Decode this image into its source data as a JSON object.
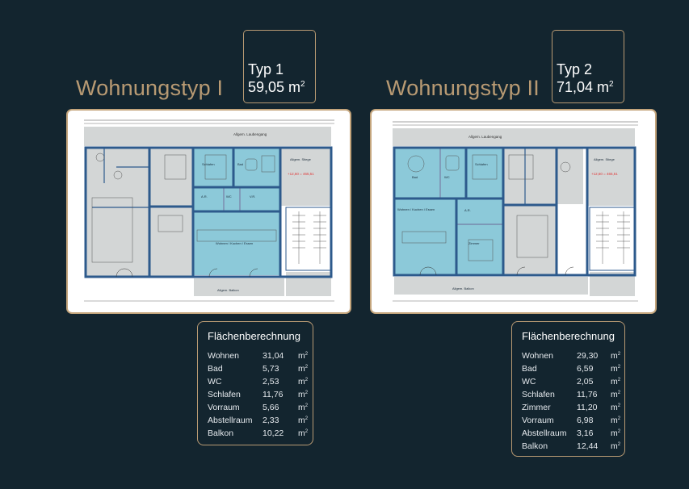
{
  "type1": {
    "heading": "Wohnungstyp I",
    "label": "Typ 1",
    "area_value": "59,05 m",
    "area_sup": "2",
    "plan_labels": {
      "wohnen": "Wohnen / Kochen / Essen",
      "schlafen": "Schlafen",
      "bad": "Bad",
      "wc": "WC",
      "ar": "A.R.",
      "vr": "V.R.",
      "stiege": "Allgem. Stiege",
      "laubengang": "Allgem. Laubengang",
      "balkon": "Allgem. Balkon",
      "level": "+12,60 = 465,51"
    },
    "table": {
      "heading": "Flächenberechnung",
      "rows": [
        {
          "name": "Wohnen",
          "value": "31,04",
          "unit": "m",
          "sup": "2"
        },
        {
          "name": "Bad",
          "value": "5,73",
          "unit": "m",
          "sup": "2"
        },
        {
          "name": "WC",
          "value": "2,53",
          "unit": "m",
          "sup": "2"
        },
        {
          "name": "Schlafen",
          "value": "11,76",
          "unit": "m",
          "sup": "2"
        },
        {
          "name": "Vorraum",
          "value": "5,66",
          "unit": "m",
          "sup": "2"
        },
        {
          "name": "Abstellraum",
          "value": "2,33",
          "unit": "m",
          "sup": "2"
        },
        {
          "name": "Balkon",
          "value": "10,22",
          "unit": "m",
          "sup": "2"
        }
      ]
    }
  },
  "type2": {
    "heading": "Wohnungstyp II",
    "label": "Typ 2",
    "area_value": "71,04 m",
    "area_sup": "2",
    "plan_labels": {
      "wohnen": "Wohnen / Kochen / Essen",
      "schlafen": "Schlafen",
      "zimmer": "Zimmer",
      "bad": "Bad",
      "wc": "WC",
      "ar": "A.R.",
      "stiege": "Allgem. Stiege",
      "laubengang": "Allgem. Laubengang",
      "balkon": "Allgem. Balkon",
      "level": "+12,60 = 465,51"
    },
    "table": {
      "heading": "Flächenberechnung",
      "rows": [
        {
          "name": "Wohnen",
          "value": "29,30",
          "unit": "m",
          "sup": "2"
        },
        {
          "name": "Bad",
          "value": "6,59",
          "unit": "m",
          "sup": "2"
        },
        {
          "name": "WC",
          "value": "2,05",
          "unit": "m",
          "sup": "2"
        },
        {
          "name": "Schlafen",
          "value": "11,76",
          "unit": "m",
          "sup": "2"
        },
        {
          "name": "Zimmer",
          "value": "11,20",
          "unit": "m",
          "sup": "2"
        },
        {
          "name": "Vorraum",
          "value": "6,98",
          "unit": "m",
          "sup": "2"
        },
        {
          "name": "Abstellraum",
          "value": "3,16",
          "unit": "m",
          "sup": "2"
        },
        {
          "name": "Balkon",
          "value": "12,44",
          "unit": "m",
          "sup": "2"
        }
      ]
    }
  },
  "colors": {
    "background": "#13252f",
    "gold": "#b89a73",
    "wall": "#2d5a8c",
    "highlight": "#8cc9d9",
    "grey_room": "#d3d6d6"
  }
}
